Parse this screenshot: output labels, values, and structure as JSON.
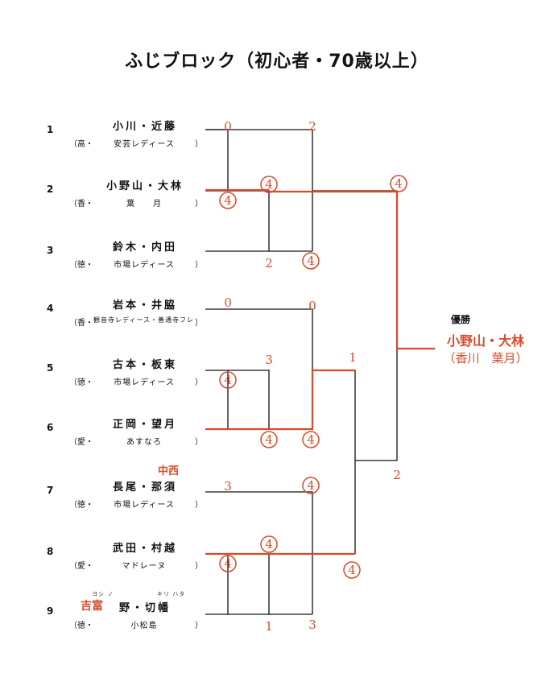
{
  "title": "ふじブロック（初心者・70歳以上）",
  "entries": [
    {
      "seed": "1",
      "names": "小川・近藤",
      "team_prefix": "（高・",
      "team_name": "安芸レディース",
      "team_suffix": "）"
    },
    {
      "seed": "2",
      "names": "小野山・大林",
      "team_prefix": "（香・",
      "team_name": "葉　　月",
      "team_suffix": "）"
    },
    {
      "seed": "3",
      "names": "鈴木・内田",
      "team_prefix": "（徳・",
      "team_name": "市場レディース",
      "team_suffix": "）"
    },
    {
      "seed": "4",
      "names": "岩本・井脇",
      "team_prefix": "（香・",
      "team_name": "観音寺レディース・善通寺フレンド",
      "team_suffix": "）"
    },
    {
      "seed": "5",
      "names": "古本・板東",
      "team_prefix": "（徳・",
      "team_name": "市場レディース",
      "team_suffix": "）"
    },
    {
      "seed": "6",
      "names": "正岡・望月",
      "team_prefix": "（愛・",
      "team_name": "あすなろ",
      "team_suffix": "）"
    },
    {
      "seed": "7",
      "names": "長尾・那須",
      "team_prefix": "（徳・",
      "team_name": "市場レディース",
      "team_suffix": "）"
    },
    {
      "seed": "8",
      "names": "武田・村越",
      "team_prefix": "（愛・",
      "team_name": "マドレーヌ",
      "team_suffix": "）"
    },
    {
      "seed": "9",
      "names": "野・切幡",
      "team_prefix": "（徳・",
      "team_name": "小松島",
      "team_suffix": "）"
    }
  ],
  "annotations": {
    "nakanishi": "中西",
    "yoshitomi": "吉富",
    "ruby_yoshino": "ヨシ ノ",
    "ruby_kirihata": "キリ ハタ"
  },
  "scores": {
    "r1_e1": "0",
    "r1_e2": "4",
    "r1_e3": "2",
    "r1_top": "4",
    "r2_top_a": "2",
    "r2_top_b": "4",
    "r1_e4": "0",
    "r1_e5": "4",
    "r1_e6": "4",
    "r1_56": "3",
    "r2_mid_a": "0",
    "r2_mid_b": "4",
    "r1_e7": "3",
    "r1_e8": "4",
    "r1_89": "4",
    "r1_e9": "1",
    "r2_bot_a": "4",
    "r2_bot_b": "3",
    "sf_a": "1",
    "sf_b": "4",
    "final_a": "4",
    "final_b": "2"
  },
  "winner": {
    "label": "優勝",
    "name": "小野山・大林",
    "team": "（香川　葉月）"
  },
  "colors": {
    "ink": "#111111",
    "marker": "#d84a2a"
  }
}
